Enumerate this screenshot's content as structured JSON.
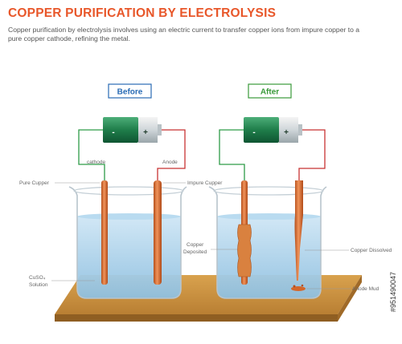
{
  "header": {
    "title": "COPPER PURIFICATION BY ELECTROLYSIS",
    "description": "Copper purification by electrolysis involves using an electric current to transfer copper ions from impure copper to a pure copper cathode, refining the metal."
  },
  "panels": {
    "before": "Before",
    "after": "After"
  },
  "battery": {
    "minus": "-",
    "plus": "+"
  },
  "labels": {
    "cathode": "cathode",
    "anode": "Anode",
    "pure_copper": "Pure Cupper",
    "impure_copper": "Impure Cupper",
    "cuso4_line1": "CuSO₄",
    "cuso4_line2": "Solution",
    "copper_deposited_line1": "Copper",
    "copper_deposited_line2": "Deposited",
    "copper_dissolved": "Copper Dissolved",
    "anode_mud": "Anode Mud"
  },
  "watermark": "#951490047",
  "colors": {
    "title": "#e8572a",
    "before_box": "#2a6cb5",
    "after_box": "#3a9a3a",
    "battery_green": "#1f7d4a",
    "copper": "#d96b2c",
    "wire_green": "#2e9c48",
    "wire_red": "#c83232",
    "solution": "#9fcbe6",
    "bench": "#c8913f"
  }
}
